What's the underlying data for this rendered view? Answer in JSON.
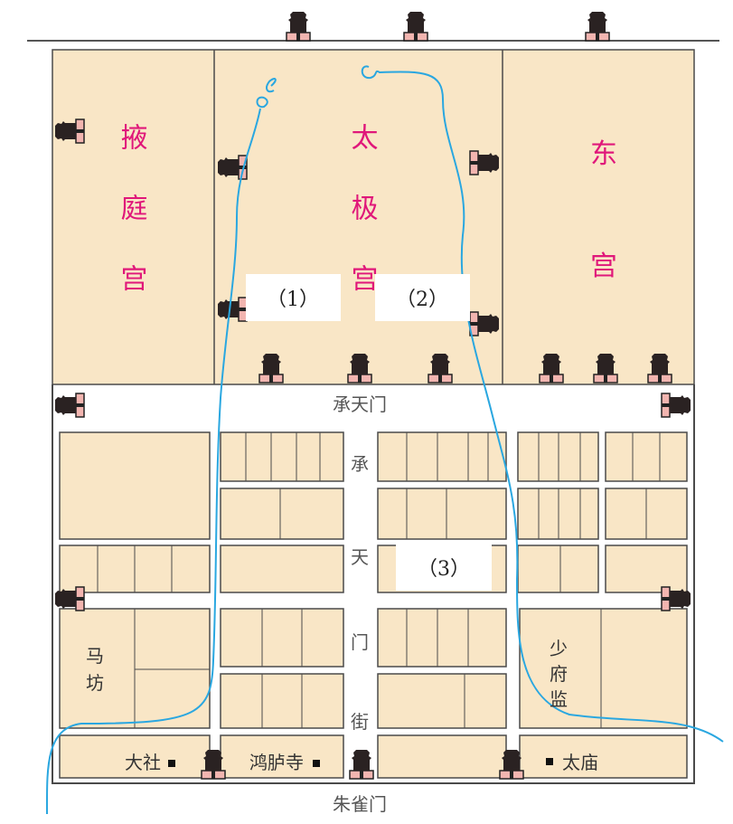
{
  "palaces": [
    {
      "name": "掖庭宫",
      "chars": [
        "掖",
        "庭",
        "宫"
      ]
    },
    {
      "name": "太极宫",
      "chars": [
        "太",
        "极",
        "宫"
      ]
    },
    {
      "name": "东宫",
      "chars": [
        "东",
        "宫"
      ]
    }
  ],
  "gates": {
    "chengtian": "承天门",
    "zhuque": "朱雀门"
  },
  "street": {
    "chars": [
      "承",
      "天",
      "门",
      "街"
    ]
  },
  "places": {
    "mafang": [
      "马",
      "坊"
    ],
    "shaofujian": [
      "少",
      "府",
      "监"
    ],
    "dashe": "大社",
    "honglusi": "鸿胪寺",
    "taimiao": "太庙"
  },
  "question_labels": [
    "（1）",
    "（2）",
    "（3）"
  ],
  "colors": {
    "palace_text": "#e0177a",
    "block": "#f9e6c6",
    "river": "#2aa7e0"
  }
}
